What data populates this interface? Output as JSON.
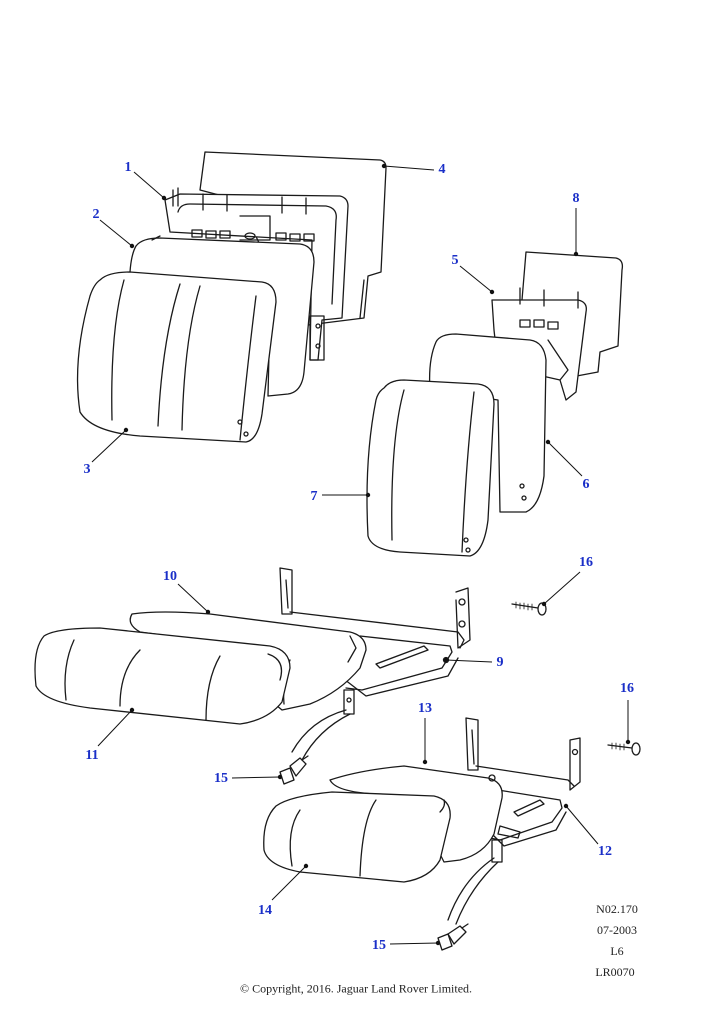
{
  "callouts": [
    {
      "id": "1",
      "label": "1"
    },
    {
      "id": "2",
      "label": "2"
    },
    {
      "id": "3",
      "label": "3"
    },
    {
      "id": "4",
      "label": "4"
    },
    {
      "id": "5",
      "label": "5"
    },
    {
      "id": "6",
      "label": "6"
    },
    {
      "id": "7",
      "label": "7"
    },
    {
      "id": "8",
      "label": "8"
    },
    {
      "id": "9",
      "label": "9"
    },
    {
      "id": "10",
      "label": "10"
    },
    {
      "id": "11",
      "label": "11"
    },
    {
      "id": "12",
      "label": "12"
    },
    {
      "id": "13",
      "label": "13"
    },
    {
      "id": "14",
      "label": "14"
    },
    {
      "id": "15a",
      "label": "15"
    },
    {
      "id": "15b",
      "label": "15"
    },
    {
      "id": "16a",
      "label": "16"
    },
    {
      "id": "16b",
      "label": "16"
    }
  ],
  "reference": {
    "code": "N02.170",
    "date": "07-2003",
    "level": "L6",
    "catalog": "LR0070"
  },
  "copyright": "© Copyright, 2016. Jaguar Land Rover Limited.",
  "colors": {
    "callout": "#1a2fc8",
    "line": "#1a1a1a"
  }
}
